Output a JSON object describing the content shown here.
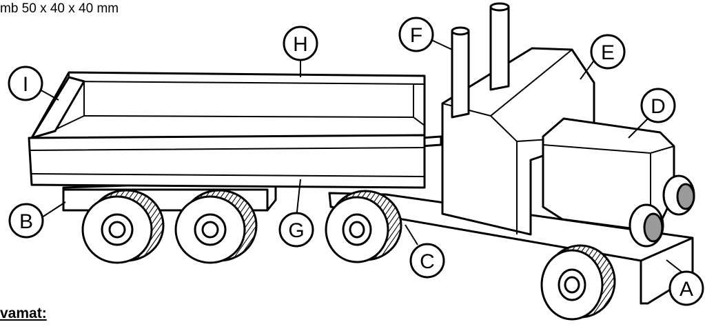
{
  "header": {
    "dimension_note": "mb 50 x 40 x 40 mm"
  },
  "footer": {
    "heading": "vamat:"
  },
  "labels": {
    "A": "A",
    "B": "B",
    "C": "C",
    "D": "D",
    "E": "E",
    "F": "F",
    "G": "G",
    "H": "H",
    "I": "I"
  }
}
